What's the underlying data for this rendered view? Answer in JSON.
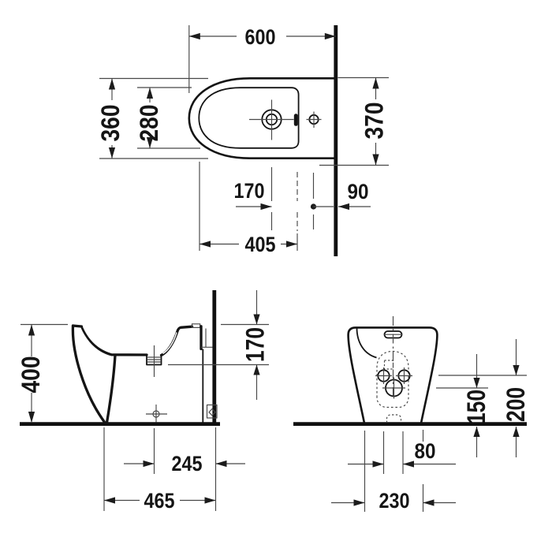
{
  "colors": {
    "ink": "#141414",
    "background": "#ffffff"
  },
  "views": {
    "plan": {
      "dims": {
        "overall_length": "600",
        "overall_width": "360",
        "basin_width": "280",
        "right_offset": "370",
        "tap_offset": "170",
        "hole_to_wall": "90",
        "basin_length": "405"
      }
    },
    "side": {
      "dims": {
        "height": "400",
        "rim_to_drain": "170",
        "drain_to_wall": "245",
        "overall_depth": "465"
      }
    },
    "front": {
      "dims": {
        "drain_height": "150",
        "fixing_height": "200",
        "fixing_spacing": "80",
        "base_width": "230"
      }
    }
  }
}
